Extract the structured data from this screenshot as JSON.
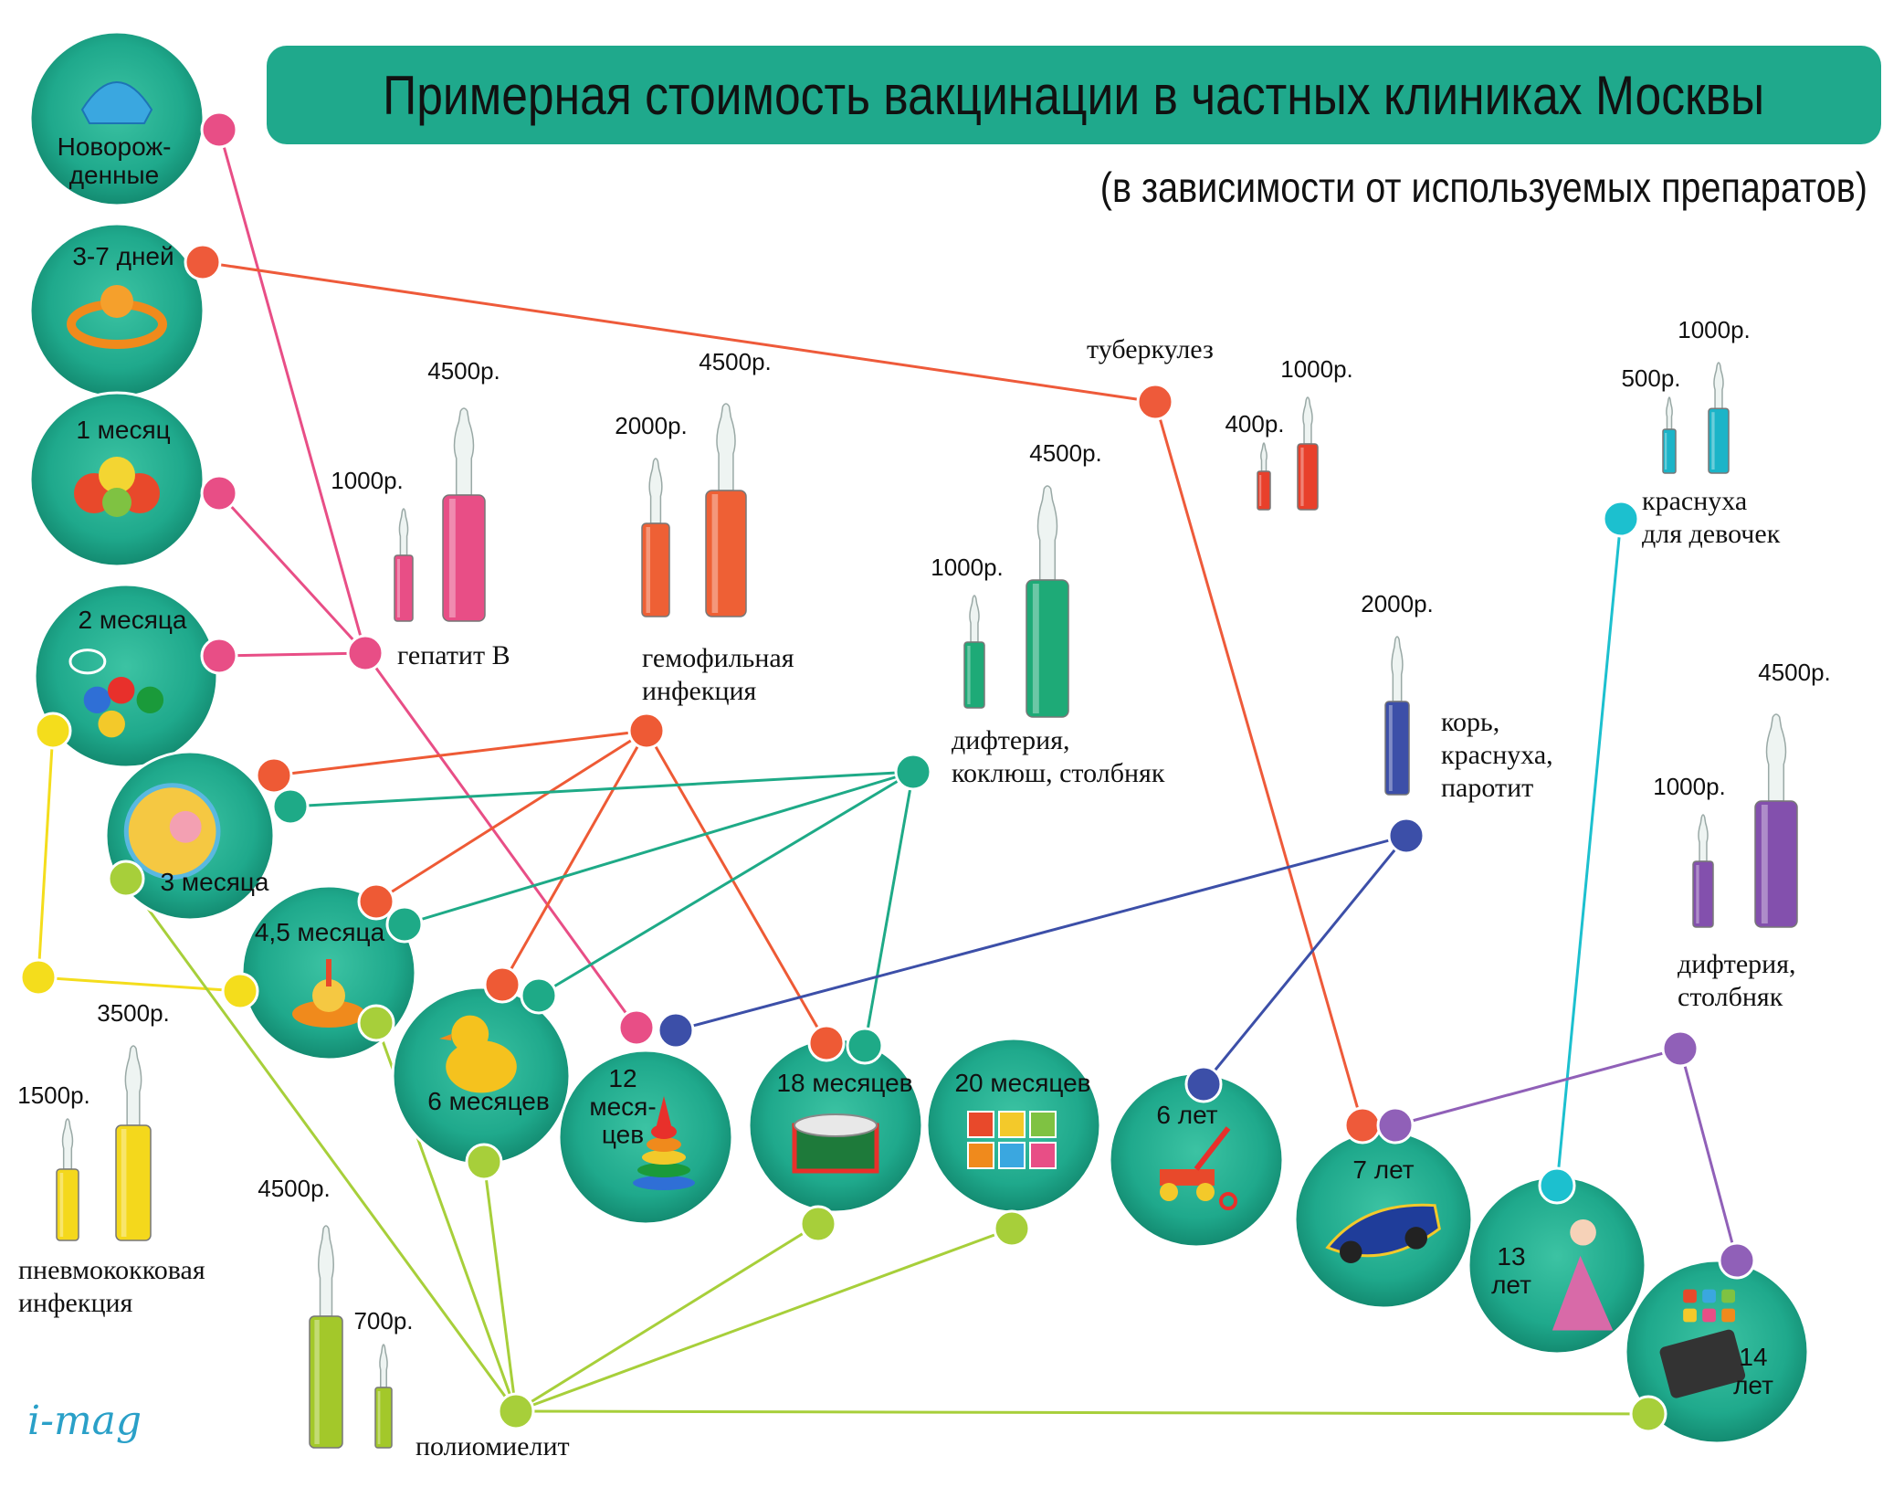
{
  "title": "Примерная стоимость вакцинации в частных клиниках Москвы",
  "subtitle": "(в зависимости от используемых препаратов)",
  "logo": "i-mag",
  "colors": {
    "teal": "#1fa98c",
    "hepatitis": "#e84e86",
    "hemophilus": "#ee5a35",
    "dtp": "#1eaa87",
    "tuberculosis": "#ee5a3a",
    "mmr": "#3c4fa8",
    "rubella": "#1cc0cf",
    "diphtheria_tetanus": "#9060b8",
    "pneumococcal": "#f4dd1c",
    "polio": "#a7cf3a"
  },
  "ages": [
    {
      "id": "newborn",
      "label": "Новорож-\nденные",
      "icon": "baby-cap-icon"
    },
    {
      "id": "d3_7",
      "label": "3-7 дней",
      "icon": "pacifier-icon"
    },
    {
      "id": "m1",
      "label": "1 месяц",
      "icon": "teether-icon"
    },
    {
      "id": "m2",
      "label": "2 месяца",
      "icon": "bead-rattle-icon"
    },
    {
      "id": "m3",
      "label": "3 месяца",
      "icon": "soft-ball-icon"
    },
    {
      "id": "m4_5",
      "label": "4,5 месяца",
      "icon": "spinning-top-icon"
    },
    {
      "id": "m6",
      "label": "6 месяцев",
      "icon": "rubber-duck-icon"
    },
    {
      "id": "m12",
      "label": "12\nмеся-\nцев",
      "icon": "ring-pyramid-icon"
    },
    {
      "id": "m18",
      "label": "18 месяцев",
      "icon": "drum-icon"
    },
    {
      "id": "m20",
      "label": "20 месяцев",
      "icon": "cubes-icon"
    },
    {
      "id": "y6",
      "label": "6 лет",
      "icon": "construction-toy-icon"
    },
    {
      "id": "y7",
      "label": "7 лет",
      "icon": "race-car-icon"
    },
    {
      "id": "y13",
      "label": "13\nлет",
      "icon": "doll-icon"
    },
    {
      "id": "y14",
      "label": "14\nлет",
      "icon": "tablet-icon"
    }
  ],
  "vaccines": [
    {
      "id": "hepatitis",
      "label": "гепатит B",
      "prices": [
        "1000р.",
        "4500р."
      ]
    },
    {
      "id": "hemophilus",
      "label": "гемофильная\nинфекция",
      "prices": [
        "2000р.",
        "4500р."
      ]
    },
    {
      "id": "dtp",
      "label": "дифтерия,\nкоклюш, столбняк",
      "prices": [
        "1000р.",
        "4500р."
      ]
    },
    {
      "id": "tuberculosis",
      "label": "туберкулез",
      "prices": [
        "400р.",
        "1000р."
      ]
    },
    {
      "id": "rubella",
      "label": "краснуха\nдля девочек",
      "prices": [
        "500р.",
        "1000р."
      ]
    },
    {
      "id": "mmr",
      "label": "корь,\nкраснуха,\nпаротит",
      "prices": [
        "2000р."
      ]
    },
    {
      "id": "diphtheria_tetanus",
      "label": "дифтерия,\nстолбняк",
      "prices": [
        "1000р.",
        "4500р."
      ]
    },
    {
      "id": "pneumococcal",
      "label": "пневмококковая\nинфекция",
      "prices": [
        "1500р.",
        "3500р."
      ]
    },
    {
      "id": "polio",
      "label": "полиомиелит",
      "prices": [
        "4500р.",
        "700р."
      ]
    }
  ]
}
